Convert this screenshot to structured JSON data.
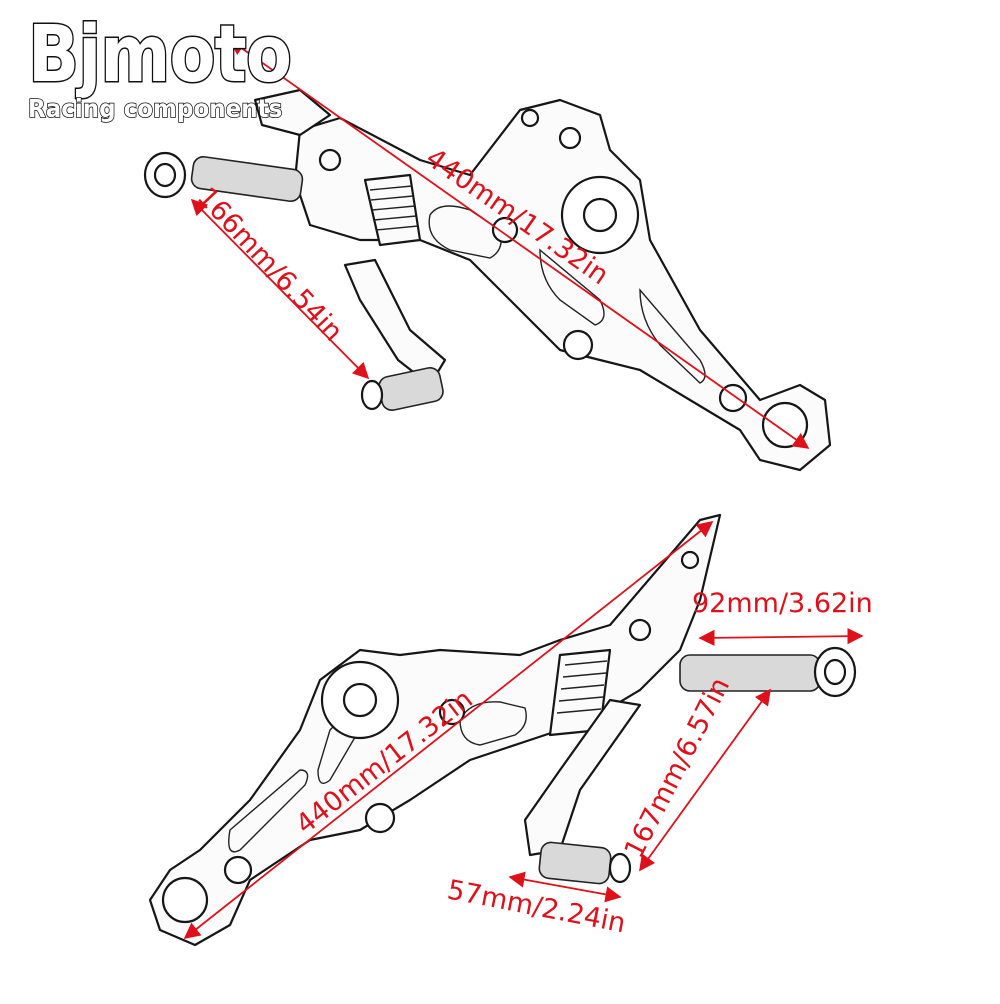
{
  "brand": {
    "name": "Bjmoto",
    "tagline": "Racing components"
  },
  "colors": {
    "dimension": "#e0101a",
    "outline": "#161616",
    "background": "#ffffff"
  },
  "top_part": {
    "length_label": "440mm/17.32in",
    "peg_height_label": "166mm/6.54in"
  },
  "bottom_part": {
    "length_label": "440mm/17.32in",
    "peg_width_label": "92mm/3.62in",
    "peg_height_label": "167mm/6.57in",
    "pedal_width_label": "57mm/2.24in"
  }
}
